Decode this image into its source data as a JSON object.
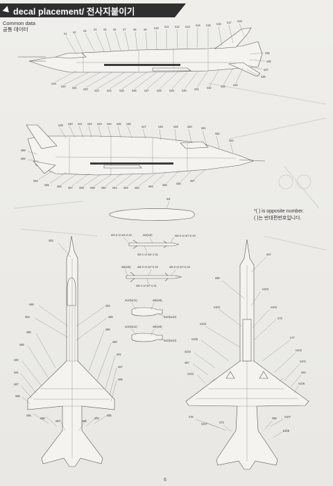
{
  "header": {
    "title": "decal placement/ 전사지붙이기"
  },
  "common": {
    "line1": "Common data",
    "line2": "공통 데이터"
  },
  "note": {
    "line1": "*(      ) is opposite number.",
    "line2": "(      )는 반대편번호입니다."
  },
  "weapons": {
    "top_label": "w3",
    "r1a": "w3-2 or w4-2 s2",
    "r1b": "w2(w2)",
    "r1c": "w3-1 or w4-1 s1",
    "r2a": "w5(w5)",
    "r2b": "w6-2 or w7-2 s2",
    "r2c": "w6-2 or w7-2 s4",
    "r2d": "w6-1 or w7-1 s1",
    "r3a": "w10(w11)",
    "r3b": "w8(w9)",
    "r3c": "w10(w11)",
    "r3d": "w8(w9)",
    "r3e": "w10(w10)",
    "r3f": "w10(w10)"
  },
  "page": {
    "number": "6"
  }
}
